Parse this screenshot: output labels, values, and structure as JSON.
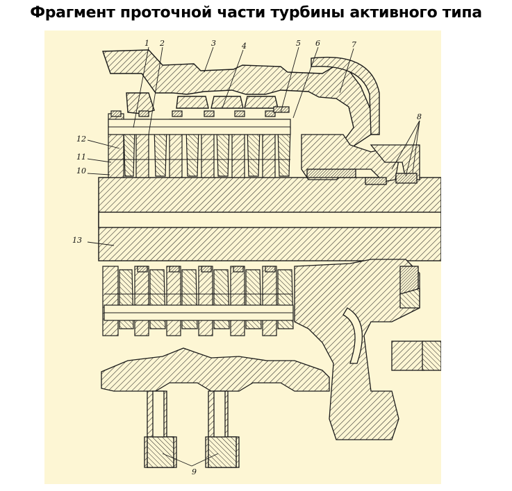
{
  "title": "Фрагмент проточной части турбины активного типа",
  "colors": {
    "paper": "#fdf6d4",
    "ink": "#1a1a1a",
    "background": "#ffffff"
  },
  "labels": {
    "l1": "1",
    "l2": "2",
    "l3": "3",
    "l4": "4",
    "l5": "5",
    "l6": "6",
    "l7": "7",
    "l8": "8",
    "l9": "9",
    "l10": "10",
    "l11": "11",
    "l12": "12",
    "l13": "13"
  }
}
